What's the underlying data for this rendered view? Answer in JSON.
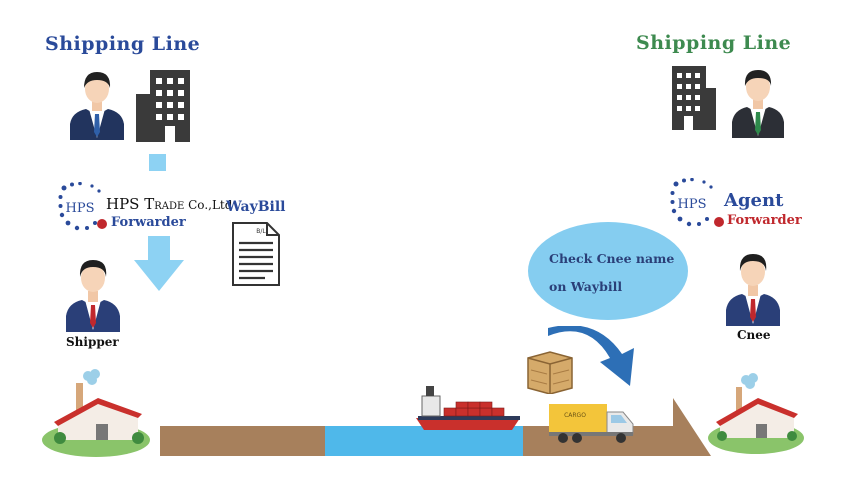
{
  "left": {
    "title": "Shipping Line",
    "company_name": "HPS T",
    "company_suffix": "RADE",
    "company_tail": " Co.,Ltd",
    "role": "Forwarder",
    "logo_text": "HPS",
    "waybill_label": "WayBill",
    "doc_label": "B/L",
    "person_label": "Shipper"
  },
  "right": {
    "title": "Shipping Line",
    "agent_name": "Agent",
    "role": "Forwarder",
    "logo_text": "HPS",
    "person_label": "Cnee"
  },
  "callout": {
    "line1": "Check Cnee name",
    "line2": "on Waybill"
  },
  "cargo": {
    "truck_label": "CARGO"
  },
  "colors": {
    "navy_title": "#2a4a9a",
    "green_title": "#3d8a4f",
    "arrow_light_blue": "#8dd2f3",
    "arrow_dark_blue": "#2d6fb6",
    "bubble": "#85cdf0",
    "ground": "#a7805c",
    "sea": "#4fb8ea",
    "forwarder_red": "#c0282d",
    "building": "#3a3a3a"
  }
}
